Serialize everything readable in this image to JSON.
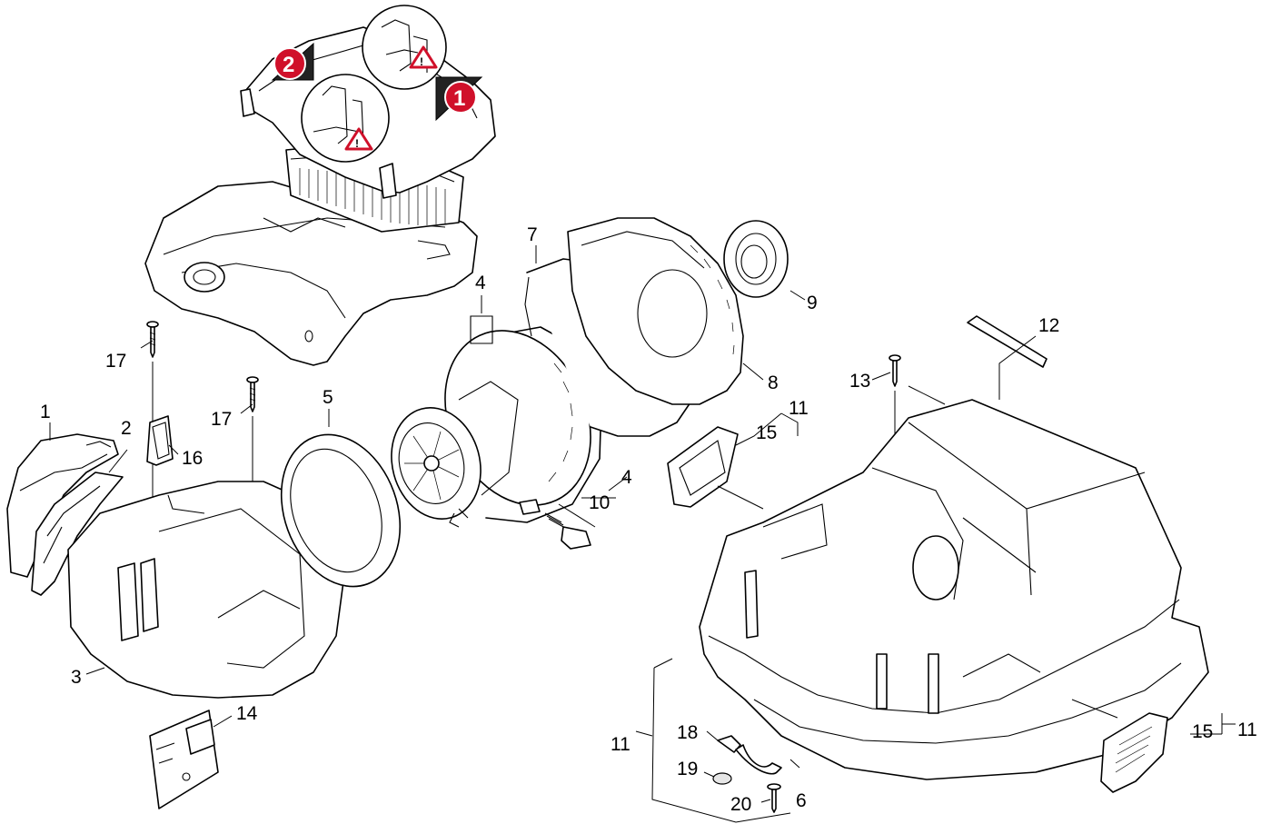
{
  "labels": {
    "l1": "1",
    "l2": "2",
    "l3": "3",
    "l4a": "4",
    "l4b": "4",
    "l5": "5",
    "l6": "6",
    "l7": "7",
    "l8": "8",
    "l9": "9",
    "l10": "10",
    "l11a": "11",
    "l11b": "11",
    "l11c": "11",
    "l12": "12",
    "l13": "13",
    "l14": "14",
    "l15a": "15",
    "l15b": "15",
    "l16": "16",
    "l17a": "17",
    "l17b": "17",
    "l18": "18",
    "l19": "19",
    "l20": "20"
  },
  "steps": {
    "s1": "1",
    "s2": "2"
  },
  "warning_mark": "!",
  "colors": {
    "step_red": "#d0102a",
    "line": "#000000",
    "background": "#ffffff"
  },
  "icons": [
    "warning-triangle-icon",
    "warning-triangle-icon"
  ]
}
